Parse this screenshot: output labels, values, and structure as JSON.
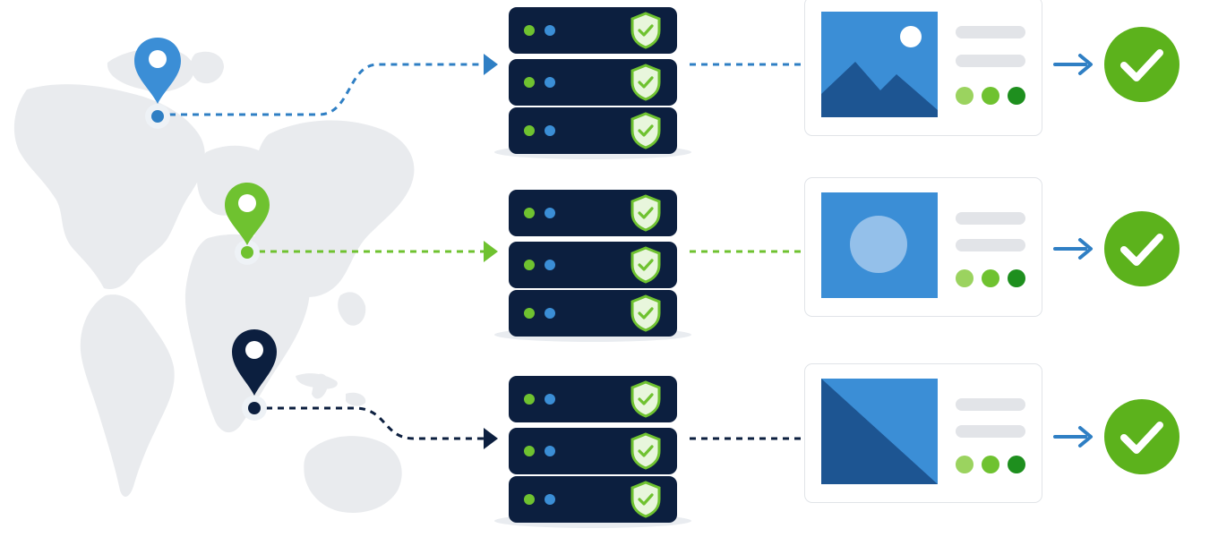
{
  "colors": {
    "blue": "#3b8ed6",
    "green": "#6fc230",
    "navy": "#0c1f3f",
    "map_gray": "#e9ebee",
    "check_green": "#5cb21c"
  },
  "icons": {
    "pin": "location-pin-icon",
    "shield": "shield-check-icon",
    "arrow": "arrow-right-icon",
    "check": "checkmark-circle-icon",
    "image": "image-placeholder-icon"
  },
  "routes": [
    {
      "region": "north-america",
      "pin_color": "#3b8ed6",
      "line_color": "#2f7fc4",
      "servers": 3,
      "thumbnail": "landscape"
    },
    {
      "region": "europe",
      "pin_color": "#6fc230",
      "line_color": "#6fc230",
      "servers": 3,
      "thumbnail": "circle"
    },
    {
      "region": "asia",
      "pin_color": "#0c1f3f",
      "line_color": "#0c1f3f",
      "servers": 3,
      "thumbnail": "diagonal"
    }
  ]
}
